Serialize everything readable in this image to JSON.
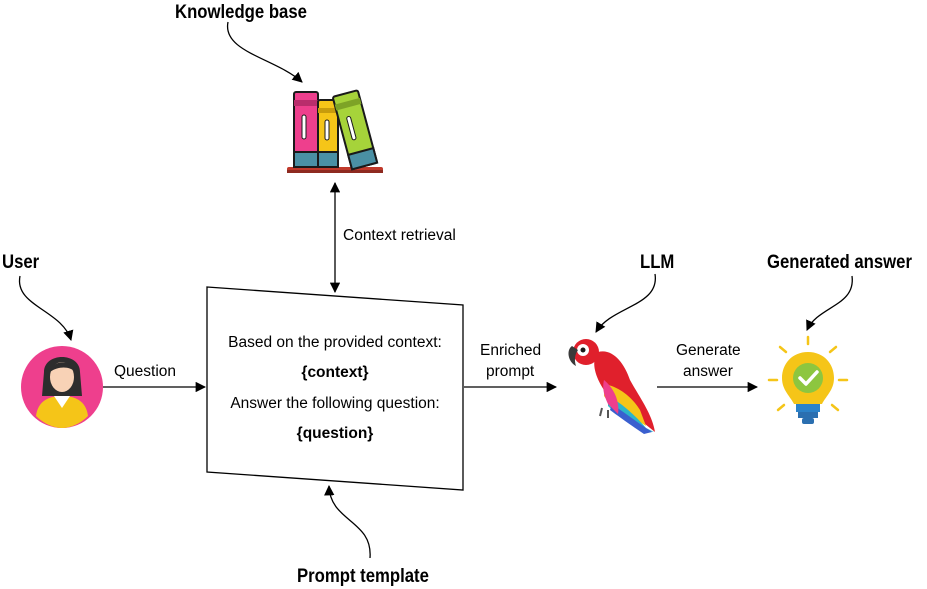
{
  "nodes": {
    "knowledge_base": "Knowledge base",
    "user": "User",
    "llm": "LLM",
    "generated_answer": "Generated answer",
    "prompt_template": "Prompt template"
  },
  "edges": {
    "context_retrieval": "Context retrieval",
    "question": "Question",
    "enriched_prompt_line1": "Enriched",
    "enriched_prompt_line2": "prompt",
    "generate_answer_line1": "Generate",
    "generate_answer_line2": "answer"
  },
  "template": {
    "line1": "Based on the provided context:",
    "line2": "{context}",
    "line3": "Answer the following question:",
    "line4": "{question}"
  },
  "icons": {
    "books": "books-icon",
    "user": "user-avatar-icon",
    "parrot": "parrot-icon",
    "lightbulb": "lightbulb-check-icon"
  }
}
